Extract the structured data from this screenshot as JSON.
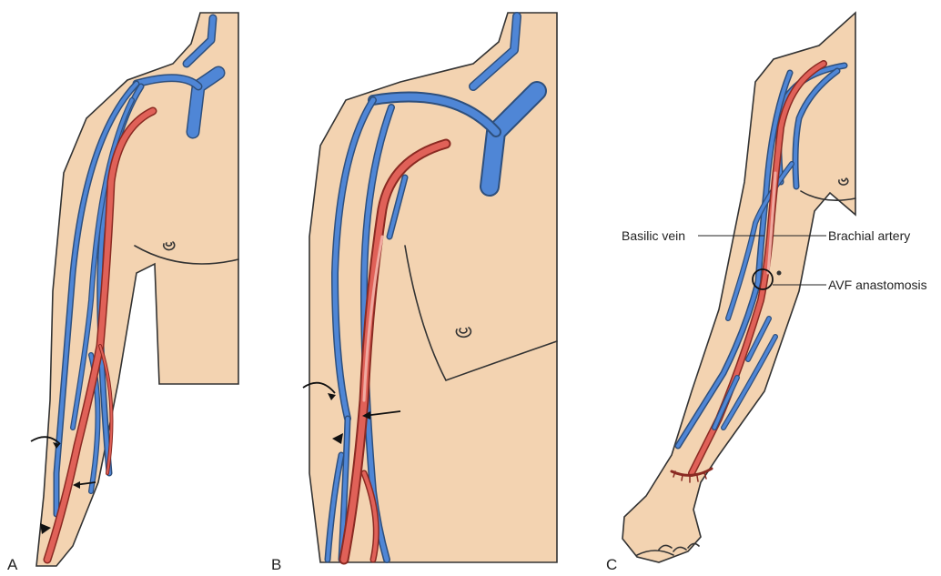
{
  "panels": {
    "a": {
      "letter": "A"
    },
    "b": {
      "letter": "B"
    },
    "c": {
      "letter": "C"
    }
  },
  "labels": {
    "basilic_vein": "Basilic vein",
    "brachial_artery": "Brachial artery",
    "avf_anastomosis": "AVF anastomosis"
  },
  "colors": {
    "skin": "#f3d3b1",
    "vein": "#4f86d6",
    "artery": "#e06158"
  }
}
